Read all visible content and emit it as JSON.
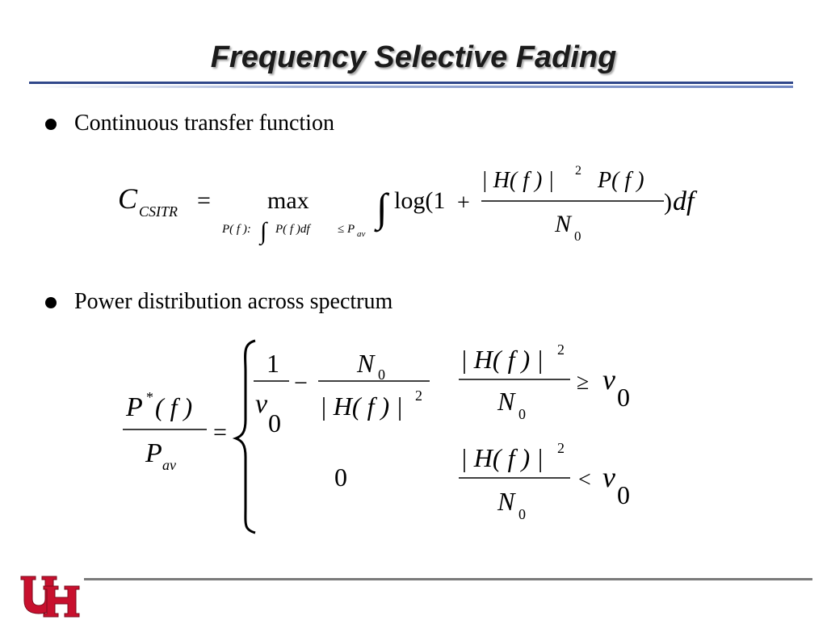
{
  "slide": {
    "title": "Frequency Selective Fading",
    "bullets": [
      {
        "text": "Continuous transfer function"
      },
      {
        "text": "Power distribution across spectrum"
      }
    ]
  },
  "equation1": {
    "lhs_symbol": "C",
    "lhs_subscript": "CSITR",
    "equals": "=",
    "max": "max",
    "constraint_prefix": "P( f ):",
    "constraint_body": "P( f )df",
    "constraint_rel": "≤",
    "constraint_rhs": "P",
    "constraint_rhs_sub": "av",
    "integral": "∫",
    "log": "log(1",
    "plus": "+",
    "num_abs": "| H( f ) |",
    "num_exp": "2",
    "num_p": "P( f )",
    "den": "N",
    "den_sub": "0",
    "close": ")",
    "df": "df"
  },
  "equation2": {
    "lhs_num": "P",
    "lhs_star": "*",
    "lhs_num_arg": "( f )",
    "lhs_den": "P",
    "lhs_den_sub": "av",
    "equals": "=",
    "brace": "{",
    "case1": {
      "one": "1",
      "v": "v",
      "v_sub": "0",
      "minus": "−",
      "n": "N",
      "n_sub": "0",
      "abs_h": "| H( f ) |",
      "exp": "2",
      "cond_num": "| H( f ) |",
      "cond_exp": "2",
      "cond_den": "N",
      "cond_den_sub": "0",
      "cond_rel": "≥",
      "cond_v": "v",
      "cond_v_sub": "0"
    },
    "case2": {
      "zero": "0",
      "cond_num": "| H( f ) |",
      "cond_exp": "2",
      "cond_den": "N",
      "cond_den_sub": "0",
      "cond_rel": "<",
      "cond_v": "v",
      "cond_v_sub": "0"
    }
  },
  "colors": {
    "title_rule": "#30478a",
    "logo_red": "#c8102e",
    "footer_rule": "#7a7a7a"
  },
  "icons": {
    "logo": "uh-interlocking-logo"
  }
}
